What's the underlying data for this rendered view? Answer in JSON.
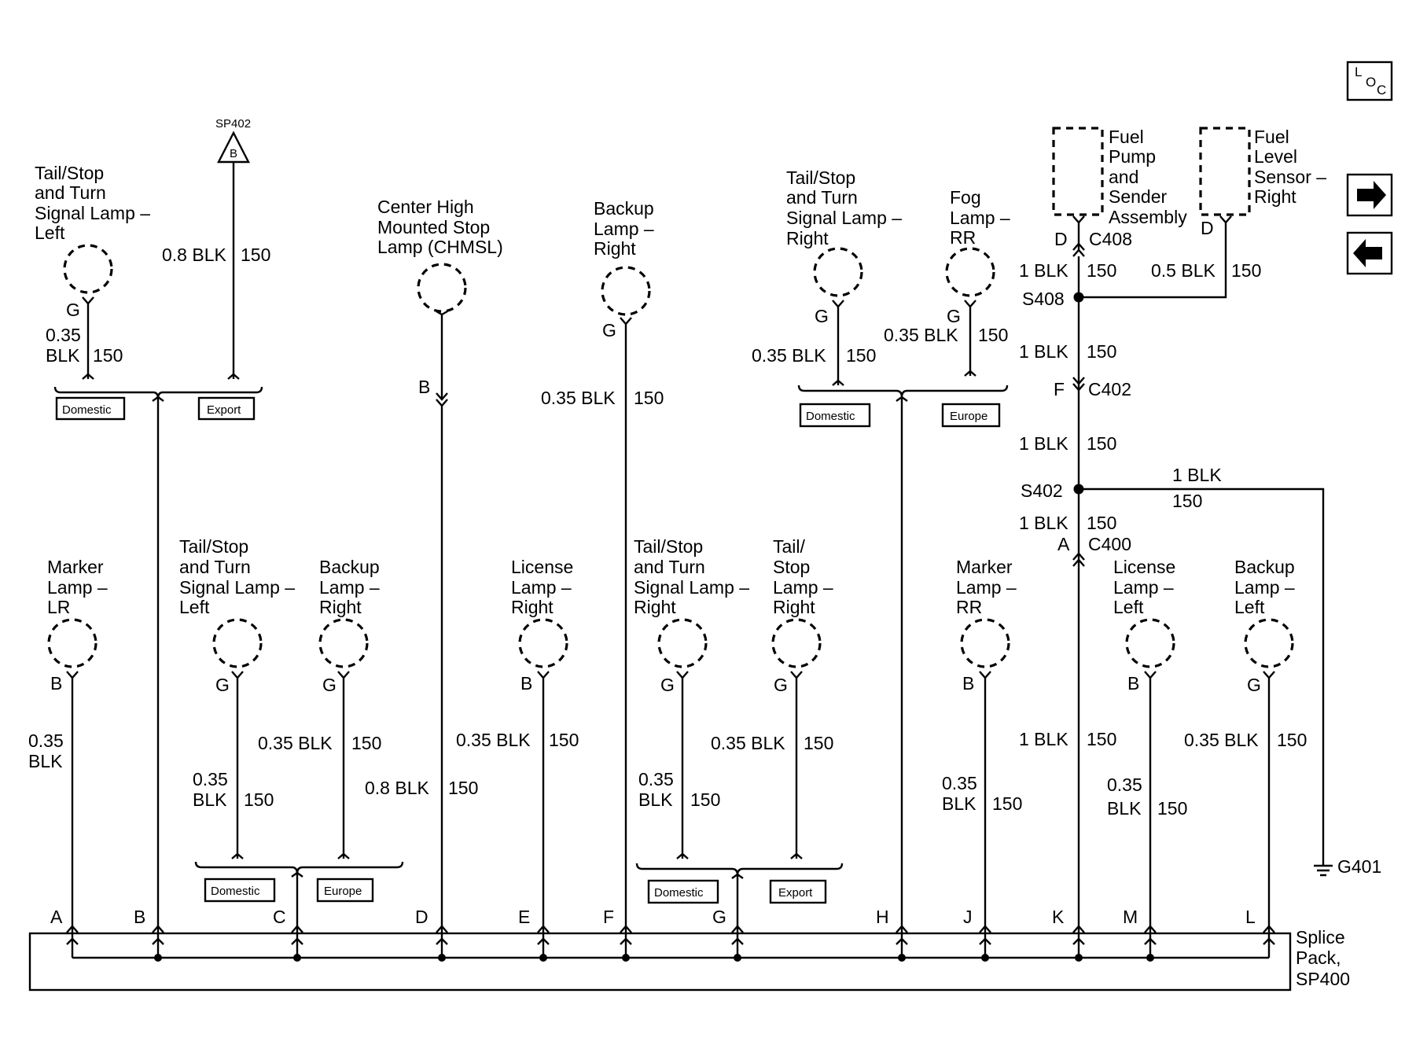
{
  "icons": {
    "loc": "loc-icon",
    "next": "arrow-right-icon",
    "prev": "arrow-left-icon",
    "ground": "ground-icon"
  },
  "loc_icon": {
    "l": "L",
    "o": "O",
    "c": "C"
  },
  "sp402": {
    "label": "SP402",
    "pin": "B"
  },
  "components": {
    "tail_left_top": [
      "Tail/Stop",
      "and Turn",
      "Signal Lamp –",
      "Left"
    ],
    "chmsl": [
      "Center High",
      "Mounted Stop",
      "Lamp (CHMSL)"
    ],
    "backup_right_top": [
      "Backup",
      "Lamp –",
      "Right"
    ],
    "tail_right_top": [
      "Tail/Stop",
      "and Turn",
      "Signal Lamp –",
      "Right"
    ],
    "fog_rr": [
      "Fog",
      "Lamp –",
      "RR"
    ],
    "fuel_pump": [
      "Fuel",
      "Pump",
      "and",
      "Sender",
      "Assembly"
    ],
    "fuel_level": [
      "Fuel",
      "Level",
      "Sensor –",
      "Right"
    ],
    "marker_lr": [
      "Marker",
      "Lamp –",
      "LR"
    ],
    "tail_left_bot": [
      "Tail/Stop",
      "and Turn",
      "Signal Lamp –",
      "Left"
    ],
    "backup_right_bot": [
      "Backup",
      "Lamp –",
      "Right"
    ],
    "license_right": [
      "License",
      "Lamp –",
      "Right"
    ],
    "tail_right_bot": [
      "Tail/Stop",
      "and Turn",
      "Signal Lamp –",
      "Right"
    ],
    "tailstop_right": [
      "Tail/",
      "Stop",
      "Lamp –",
      "Right"
    ],
    "marker_rr": [
      "Marker",
      "Lamp –",
      "RR"
    ],
    "license_left": [
      "License",
      "Lamp –",
      "Left"
    ],
    "backup_left": [
      "Backup",
      "Lamp –",
      "Left"
    ]
  },
  "pins": {
    "tail_left_top": "G",
    "chmsl": "B",
    "backup_right_top": "G",
    "tail_right_top": "G",
    "fog_rr": "G",
    "marker_lr": "B",
    "tail_left_bot": "G",
    "backup_right_bot": "G",
    "license_right": "B",
    "tail_right_bot": "G",
    "tailstop_right": "G",
    "marker_rr": "B",
    "license_left": "B",
    "backup_left": "G"
  },
  "wires": {
    "w_tail_left_top": [
      "0.35",
      "BLK",
      "150"
    ],
    "w_sp402": [
      "0.8 BLK",
      "150"
    ],
    "w_backup_right_top": [
      "0.35 BLK",
      "150"
    ],
    "w_tail_right_top": [
      "0.35 BLK",
      "150"
    ],
    "w_fog": [
      "0.35 BLK",
      "150"
    ],
    "w_c408": [
      "1 BLK",
      "150"
    ],
    "w_fuel_level": [
      "0.5 BLK",
      "150"
    ],
    "w_s408": [
      "1 BLK",
      "150"
    ],
    "w_c402": [
      "1 BLK",
      "150"
    ],
    "w_g401": [
      "1 BLK",
      "150"
    ],
    "w_s402": [
      "1 BLK",
      "150"
    ],
    "w_marker_lr": [
      "0.35",
      "BLK"
    ],
    "w_backup_right_bot": [
      "0.35 BLK",
      "150"
    ],
    "w_tail_left_bot": [
      "0.35",
      "BLK",
      "150"
    ],
    "w_license_right": [
      "0.35 BLK",
      "150"
    ],
    "w_chmsl": [
      "0.8 BLK",
      "150"
    ],
    "w_tail_right_bot": [
      "0.35",
      "BLK",
      "150"
    ],
    "w_tailstop_right": [
      "0.35 BLK",
      "150"
    ],
    "w_marker_rr": [
      "0.35",
      "BLK",
      "150"
    ],
    "w_k": [
      "1 BLK",
      "150"
    ],
    "w_license_left": [
      "0.35",
      "BLK",
      "150"
    ],
    "w_backup_left": [
      "0.35 BLK",
      "150"
    ]
  },
  "connectors": {
    "c408": {
      "name": "C408",
      "pin_left": "D",
      "pin_right": "D"
    },
    "c402": {
      "name": "C402",
      "pin": "F"
    },
    "c400": {
      "name": "C400",
      "pin": "A"
    }
  },
  "splices": {
    "s408": "S408",
    "s402": "S402"
  },
  "ground": "G401",
  "options": {
    "top_left": [
      "Domestic",
      "Export"
    ],
    "top_right": [
      "Domestic",
      "Europe"
    ],
    "bottom_c": [
      "Domestic",
      "Europe"
    ],
    "bottom_g": [
      "Domestic",
      "Export"
    ]
  },
  "splice_pack": {
    "label": [
      "Splice",
      "Pack,",
      "SP400"
    ],
    "pins": [
      "A",
      "B",
      "C",
      "D",
      "E",
      "F",
      "G",
      "H",
      "J",
      "K",
      "M",
      "L"
    ]
  }
}
